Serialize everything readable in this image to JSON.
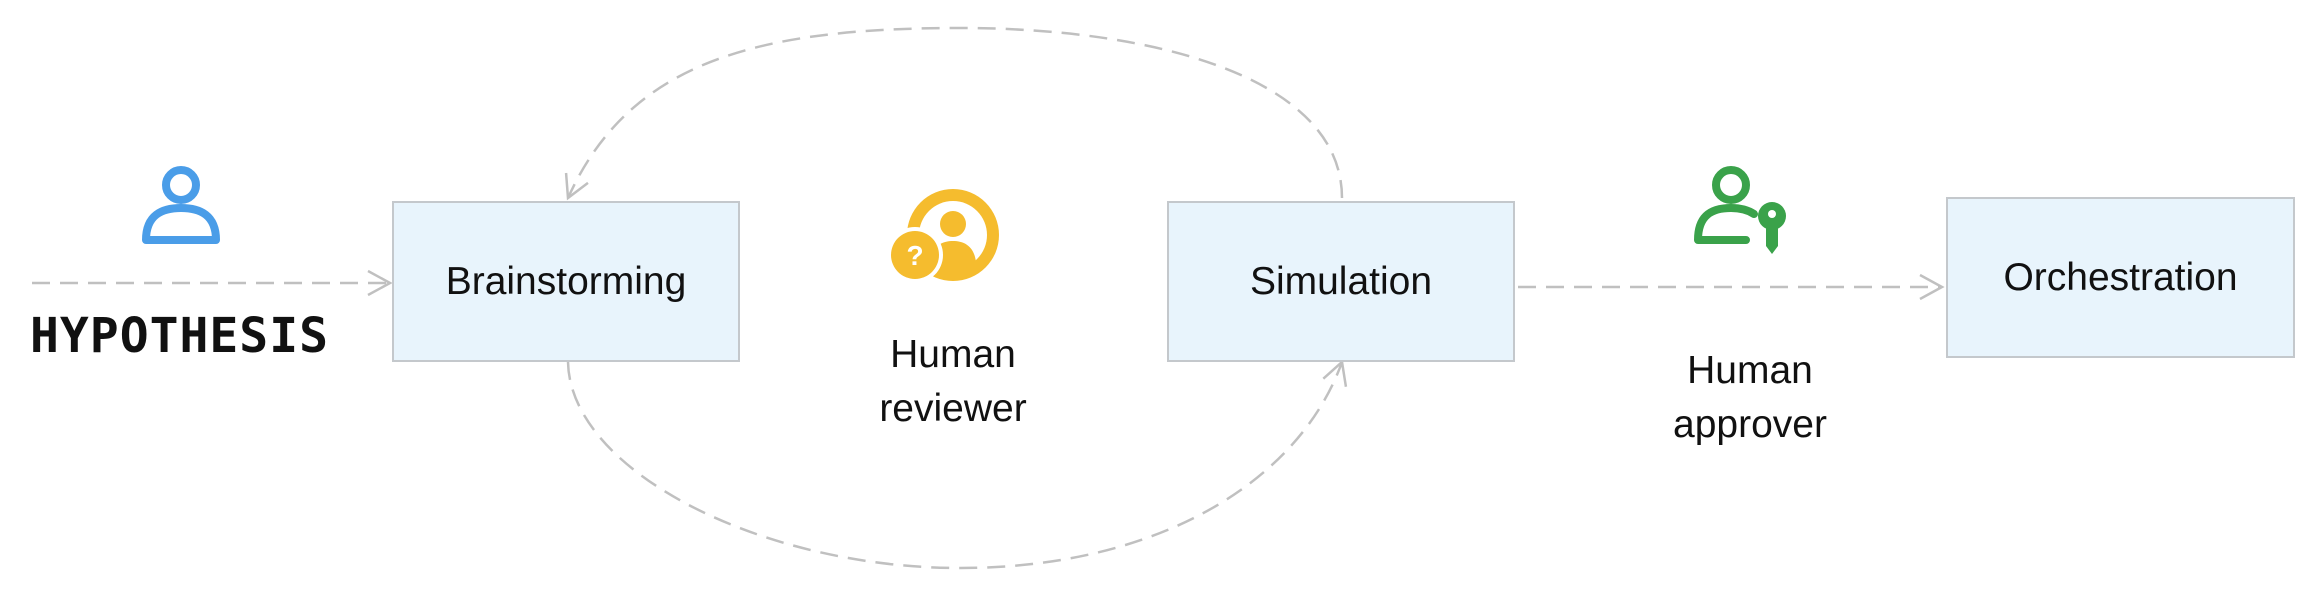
{
  "nodes": {
    "hypothesis": "HYPOTHESIS",
    "brainstorming": "Brainstorming",
    "simulation": "Simulation",
    "orchestration": "Orchestration"
  },
  "actors": {
    "reviewer": {
      "line1": "Human",
      "line2": "reviewer",
      "icon": "person-question-icon",
      "color": "#f5bc2e"
    },
    "approver": {
      "line1": "Human",
      "line2": "approver",
      "icon": "person-key-icon",
      "color": "#3aa24a"
    },
    "hypothesis_user": {
      "icon": "person-icon",
      "color": "#4a9de8"
    }
  },
  "colors": {
    "box_fill": "#e8f4fc",
    "box_border": "#c4c8cc",
    "connector": "#c0c0c0"
  }
}
